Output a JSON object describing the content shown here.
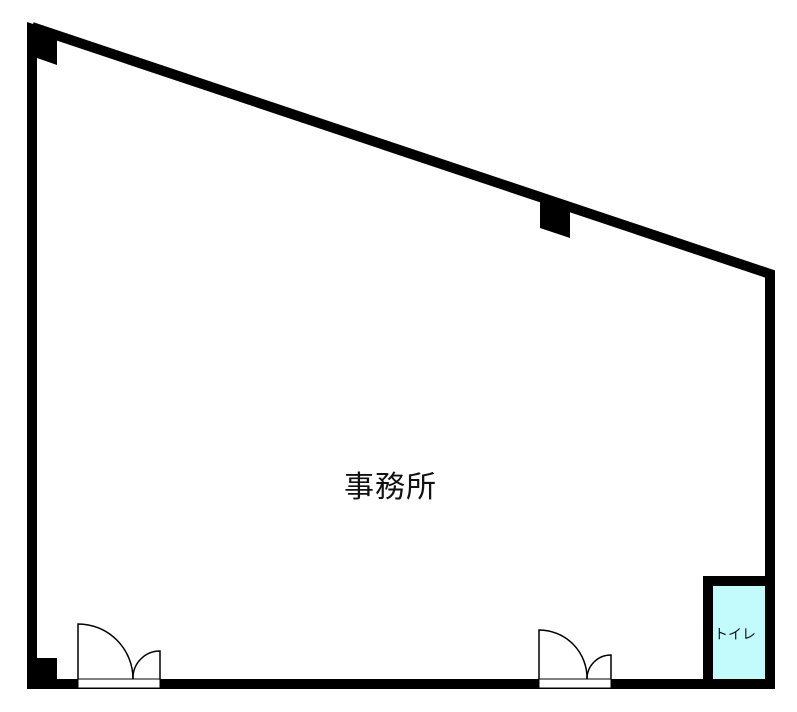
{
  "floor_plan": {
    "rooms": [
      {
        "id": "office",
        "label": "事務所"
      },
      {
        "id": "toilet",
        "label": "トイレ"
      }
    ],
    "colors": {
      "wall": "#000000",
      "toilet_fill": "#c3fbfd",
      "background": "#ffffff"
    },
    "doors": [
      {
        "id": "door-1",
        "type": "double-swing-unequal"
      },
      {
        "id": "door-2",
        "type": "double-swing-unequal"
      }
    ],
    "columns": [
      {
        "id": "column-top-left"
      },
      {
        "id": "column-top-mid"
      },
      {
        "id": "column-bottom-left"
      }
    ]
  }
}
